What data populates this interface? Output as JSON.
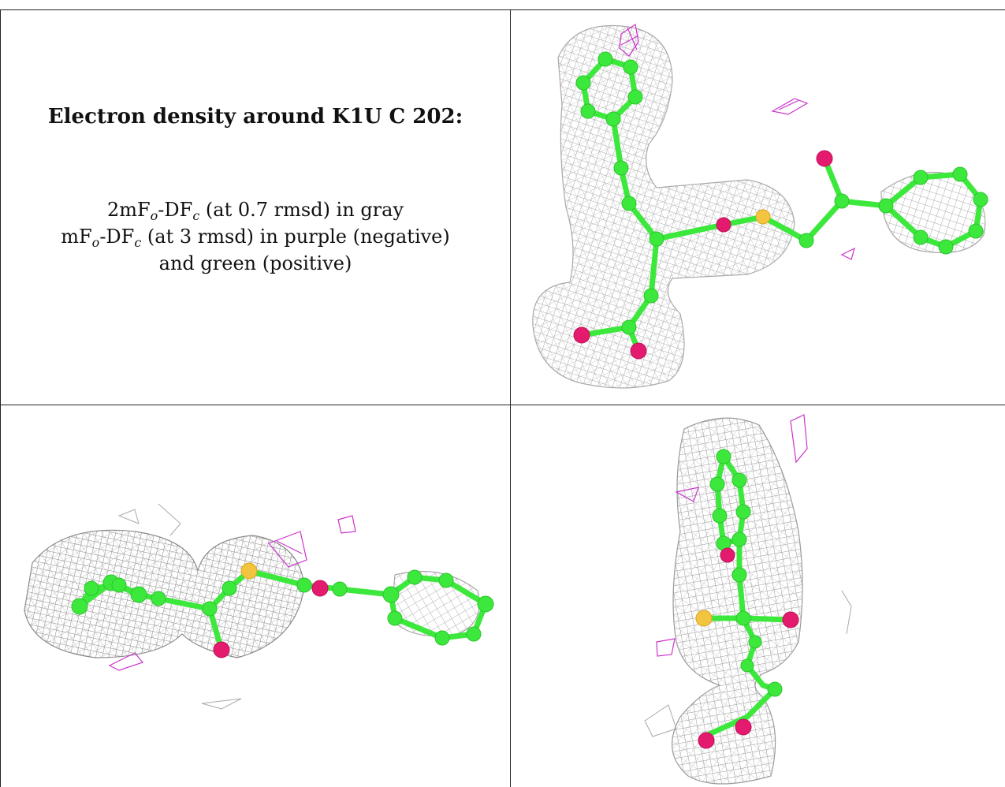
{
  "caption": {
    "title": "Electron density around K1U C 202:",
    "line1_main": "2mF",
    "line1_sub1": "o",
    "line1_mid": "-DF",
    "line1_sub2": "c",
    "line1_rest": " (at 0.7 rmsd) in gray",
    "line2_main": "mF",
    "line2_sub1": "o",
    "line2_mid": "-DF",
    "line2_sub2": "c",
    "line2_rest": " (at 3 rmsd) in purple (negative)",
    "line3": "and green (positive)"
  },
  "panels": [
    {
      "name": "view-top-right",
      "icon": "electron-density-mesh-icon"
    },
    {
      "name": "view-bottom-left",
      "icon": "electron-density-mesh-icon"
    },
    {
      "name": "view-bottom-right",
      "icon": "electron-density-mesh-icon"
    }
  ],
  "colors": {
    "density_2fofc": "#a9a9a9",
    "density_negative": "#cc33cc",
    "density_positive": "#3ce83c",
    "carbon": "#3ce83c",
    "oxygen": "#e31a6e",
    "sulfur": "#f2c440"
  }
}
